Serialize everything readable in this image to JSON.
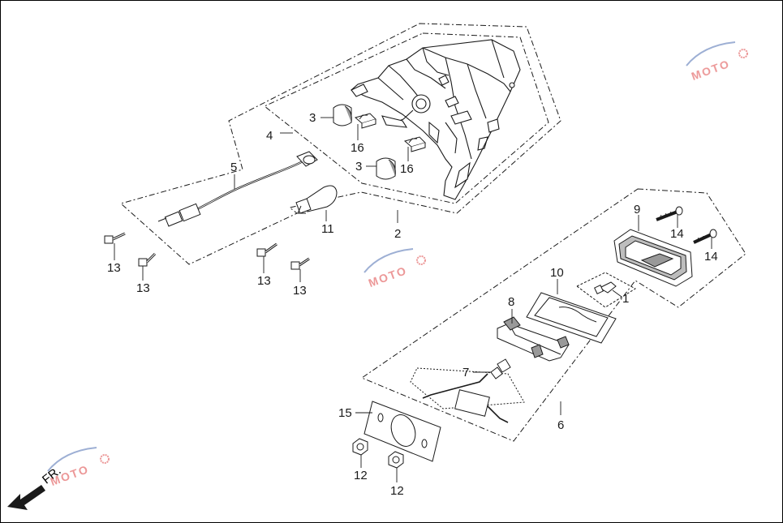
{
  "callouts": {
    "c1": "1",
    "c2": "2",
    "c3a": "3",
    "c3b": "3",
    "c4": "4",
    "c5": "5",
    "c6": "6",
    "c7": "7",
    "c8": "8",
    "c9": "9",
    "c10": "10",
    "c11": "11",
    "c12a": "12",
    "c12b": "12",
    "c13a": "13",
    "c13b": "13",
    "c13c": "13",
    "c13d": "13",
    "c14a": "14",
    "c14b": "14",
    "c15": "15",
    "c16a": "16",
    "c16b": "16"
  },
  "orientation": {
    "label": "FR.",
    "icon": "arrow-front-icon"
  },
  "watermark": {
    "text": "MOTO",
    "icon": "moto-logo-icon",
    "color": "#d93030",
    "accent": "#3a5fa8"
  },
  "colors": {
    "line": "#1a1a1a",
    "fill": "#ffffff",
    "shade": "#bdbdbd"
  }
}
